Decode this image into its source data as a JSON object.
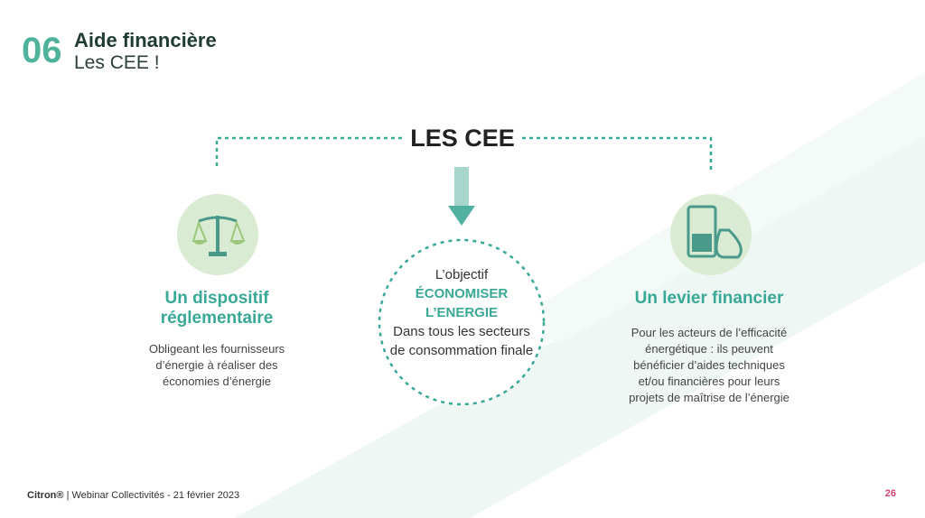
{
  "header": {
    "number": "06",
    "title": "Aide financière",
    "subtitle": "Les CEE !"
  },
  "center": {
    "title": "LES CEE",
    "line1": "L’objectif",
    "highlight1": "ÉCONOMISER",
    "highlight2": "L’ENERGIE",
    "line2": "Dans tous les secteurs de consommation finale"
  },
  "left": {
    "title": "Un dispositif réglementaire",
    "text": "Obligeant les fournisseurs d’énergie à réaliser des économies d’énergie"
  },
  "right": {
    "title": "Un levier financier",
    "text": "Pour les acteurs de l’efficacité énergétique : ils peuvent bénéficier d’aides techniques et/ou financières pour leurs projets de maîtrise de l’énergie"
  },
  "footer": {
    "brand": "Citron®",
    "text": "| Webinar Collectivités - 21 février 2023",
    "page": "26"
  }
}
